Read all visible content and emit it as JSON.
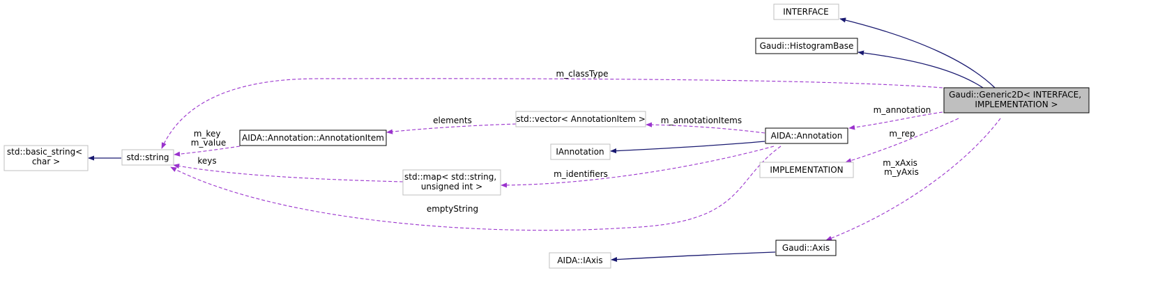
{
  "colors": {
    "inheritance_edge": "#191970",
    "usage_edge": "#9a32cd",
    "documented_border": "#000000",
    "undocumented_border": "#bfbfbf",
    "main_node_fill": "#bfbfbf"
  },
  "nodes": {
    "interface": [
      "INTERFACE"
    ],
    "histogram_base": [
      "Gaudi::HistogramBase"
    ],
    "generic2d": [
      "Gaudi::Generic2D< INTERFACE,",
      "IMPLEMENTATION >"
    ],
    "std_basic_string": [
      "std::basic_string<",
      "char >"
    ],
    "std_string": [
      "std::string"
    ],
    "annotation_item": [
      "AIDA::Annotation::AnnotationItem"
    ],
    "std_vector": [
      "std::vector< AnnotationItem >"
    ],
    "iannotation": [
      "IAnnotation"
    ],
    "aida_annotation": [
      "AIDA::Annotation"
    ],
    "implementation": [
      "IMPLEMENTATION"
    ],
    "std_map": [
      "std::map< std::string,",
      "unsigned int >"
    ],
    "aida_iaxis": [
      "AIDA::IAxis"
    ],
    "gaudi_axis": [
      "Gaudi::Axis"
    ]
  },
  "edge_labels": {
    "m_classType": [
      "m_classType"
    ],
    "m_annotation": [
      "m_annotation"
    ],
    "m_rep": [
      "m_rep"
    ],
    "axes": [
      "m_xAxis",
      "m_yAxis"
    ],
    "elements": [
      "elements"
    ],
    "m_annotationItems": [
      "m_annotationItems"
    ],
    "key_value": [
      "m_key",
      "m_value"
    ],
    "keys": [
      "keys"
    ],
    "m_identifiers": [
      "m_identifiers"
    ],
    "emptyString": [
      "emptyString"
    ]
  }
}
